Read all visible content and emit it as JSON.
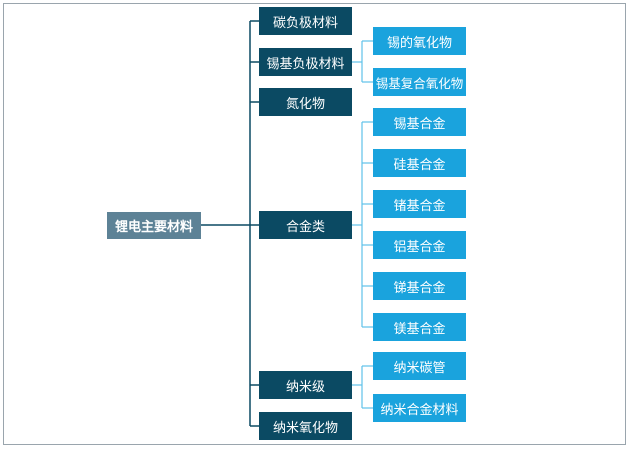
{
  "colors": {
    "root_fill": "#5d8296",
    "level1_fill": "#0b4a63",
    "level2_fill": "#1aa3dd",
    "level1_line": "#0b4a63",
    "level2_line": "#5fc2ea",
    "frame_border": "#9aa5ad"
  },
  "root": {
    "label": "锂电主要材料"
  },
  "level1": [
    {
      "label": "碳负极材料"
    },
    {
      "label": "锡基负极材料"
    },
    {
      "label": "氮化物"
    },
    {
      "label": "合金类"
    },
    {
      "label": "纳米级"
    },
    {
      "label": "纳米氧化物"
    }
  ],
  "tin_children": [
    {
      "label": "锡的氧化物"
    },
    {
      "label": "锡基复合氧化物"
    }
  ],
  "alloy_children": [
    {
      "label": "锡基合金"
    },
    {
      "label": "硅基合金"
    },
    {
      "label": "锗基合金"
    },
    {
      "label": "铝基合金"
    },
    {
      "label": "锑基合金"
    },
    {
      "label": "镁基合金"
    }
  ],
  "nano_children": [
    {
      "label": "纳米碳管"
    },
    {
      "label": "纳米合金材料"
    }
  ]
}
